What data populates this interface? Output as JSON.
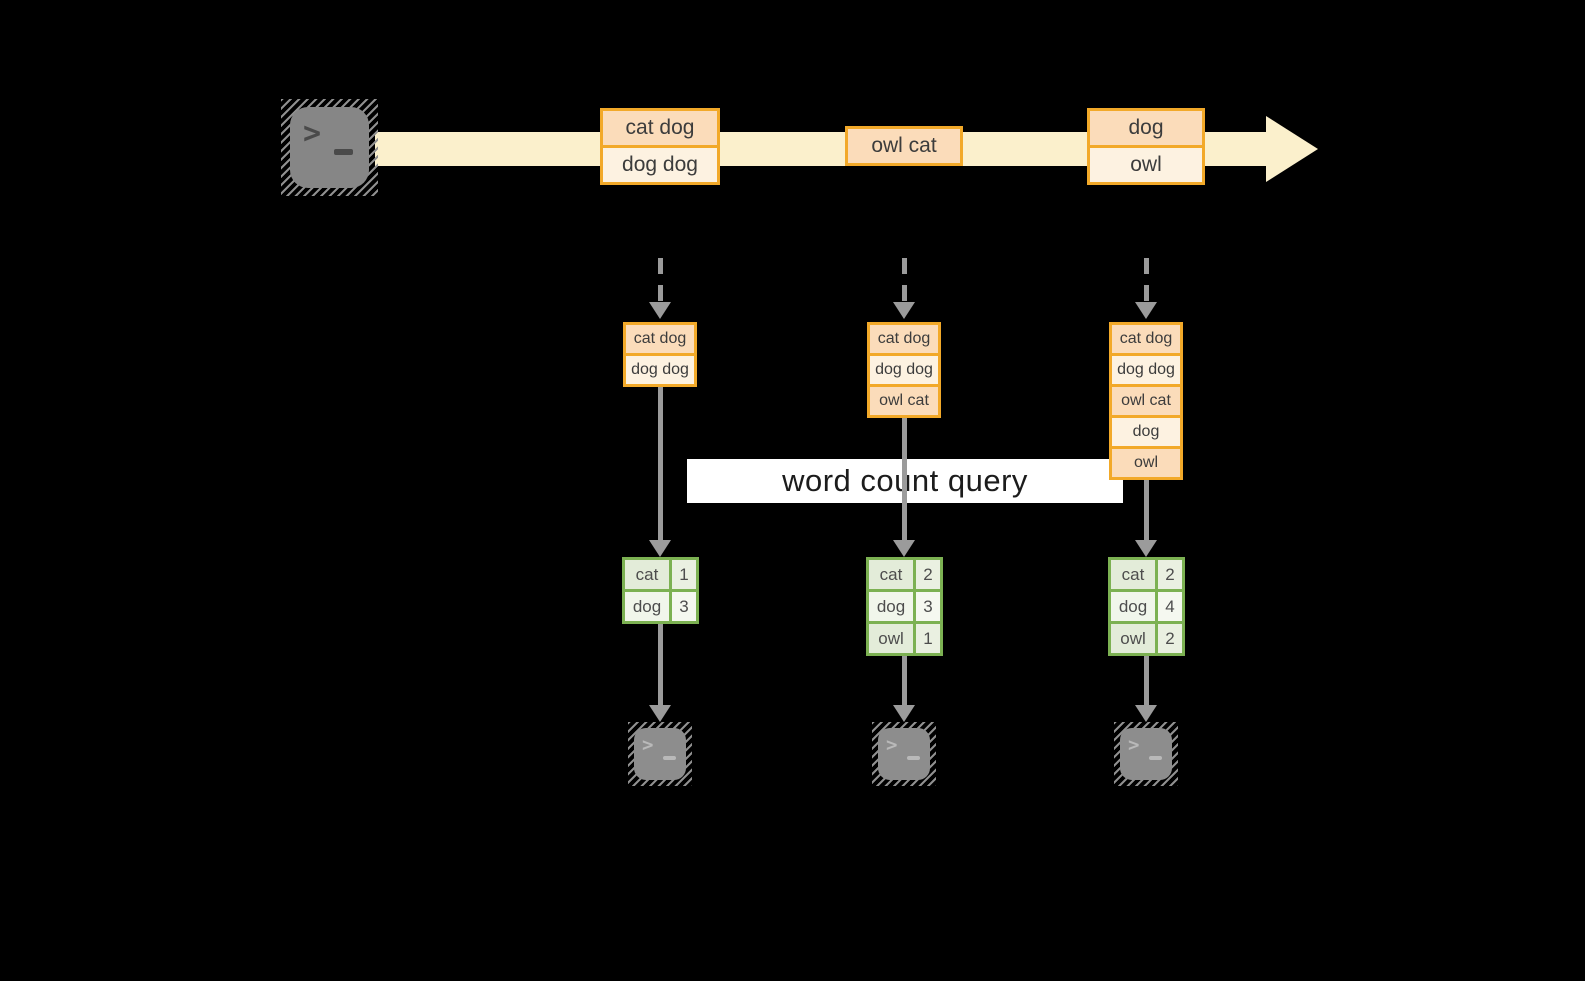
{
  "query_band": {
    "label": "word count query"
  },
  "icons": {
    "source": "terminal-icon",
    "sinks": [
      "terminal-icon",
      "terminal-icon",
      "terminal-icon"
    ],
    "prompt_glyph": ">"
  },
  "colors": {
    "background": "#000000",
    "stream_arrow": "#fbf0cc",
    "event_border": "#f2a929",
    "event_fill_peach": "#fbdcba",
    "event_fill_cream": "#fdf2e1",
    "result_border": "#7cb152",
    "result_fill_green": "#e3ecd9",
    "result_fill_light": "#f1f6eb",
    "arrow_gray": "#9b9b9b",
    "terminal_gray": "#868686",
    "query_band_bg": "#ffffff"
  },
  "stream": {
    "events": [
      {
        "lines": [
          "cat dog",
          "dog dog"
        ]
      },
      {
        "lines": [
          "owl cat"
        ]
      },
      {
        "lines": [
          "dog",
          "owl"
        ]
      }
    ]
  },
  "states": [
    {
      "rows": [
        "cat dog",
        "dog dog"
      ]
    },
    {
      "rows": [
        "cat dog",
        "dog dog",
        "owl cat"
      ]
    },
    {
      "rows": [
        "cat dog",
        "dog dog",
        "owl cat",
        "dog",
        "owl"
      ]
    }
  ],
  "results": [
    {
      "rows": [
        {
          "word": "cat",
          "count": "1"
        },
        {
          "word": "dog",
          "count": "3"
        }
      ]
    },
    {
      "rows": [
        {
          "word": "cat",
          "count": "2"
        },
        {
          "word": "dog",
          "count": "3"
        },
        {
          "word": "owl",
          "count": "1"
        }
      ]
    },
    {
      "rows": [
        {
          "word": "cat",
          "count": "2"
        },
        {
          "word": "dog",
          "count": "4"
        },
        {
          "word": "owl",
          "count": "2"
        }
      ]
    }
  ]
}
